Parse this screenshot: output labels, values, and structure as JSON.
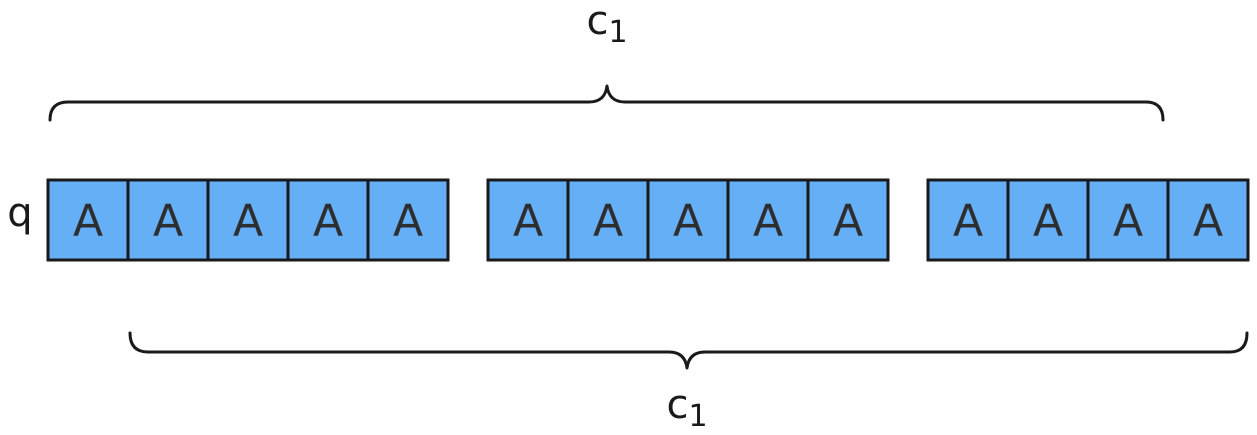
{
  "row_label": "q",
  "top_brace_label": "c",
  "top_brace_subscript": "1",
  "bottom_brace_label": "c",
  "bottom_brace_subscript": "1",
  "cell_fill_color": "#64aff5",
  "groups": [
    {
      "cells": [
        "A",
        "A",
        "A",
        "A",
        "A"
      ]
    },
    {
      "cells": [
        "A",
        "A",
        "A",
        "A",
        "A"
      ]
    },
    {
      "cells": [
        "A",
        "A",
        "A",
        "A"
      ]
    }
  ]
}
